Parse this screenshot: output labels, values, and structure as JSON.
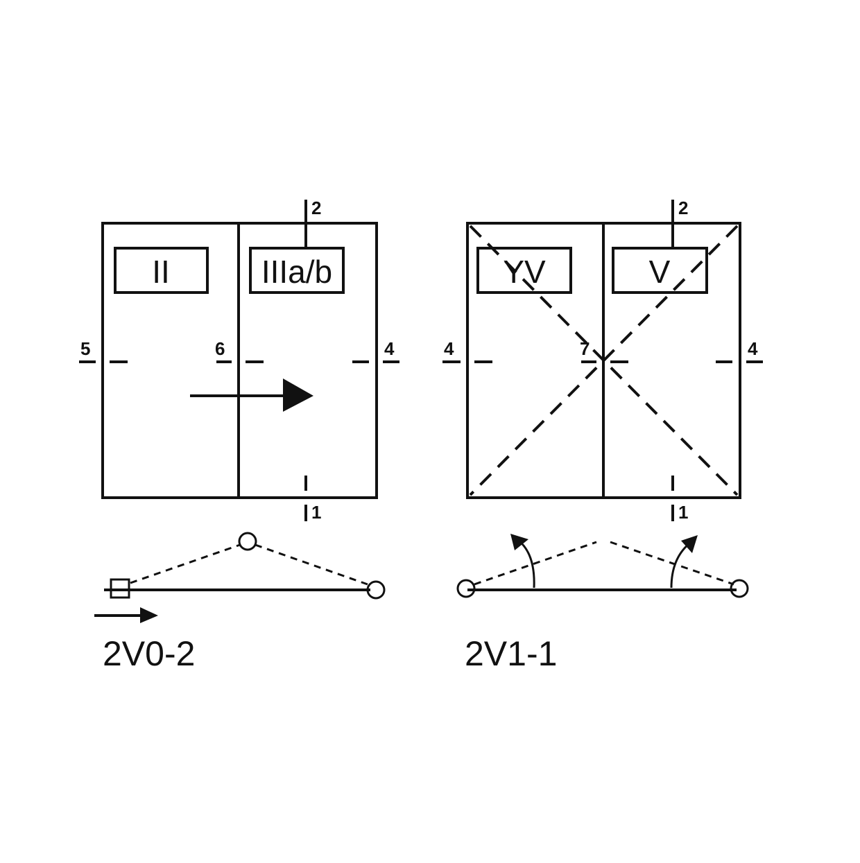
{
  "left": {
    "panel_labels": [
      "II",
      "IIIa/b"
    ],
    "marker_top": "2",
    "marker_bottom": "1",
    "marker_left": "5",
    "marker_center": "6",
    "marker_right": "4",
    "code": "2V0-2"
  },
  "right": {
    "panel_labels": [
      "YV",
      "V"
    ],
    "marker_top": "2",
    "marker_bottom": "1",
    "marker_left": "4",
    "marker_center": "7",
    "marker_right": "4",
    "code": "2V1-1"
  },
  "colors": {
    "stroke": "#111111",
    "background": "#ffffff"
  }
}
